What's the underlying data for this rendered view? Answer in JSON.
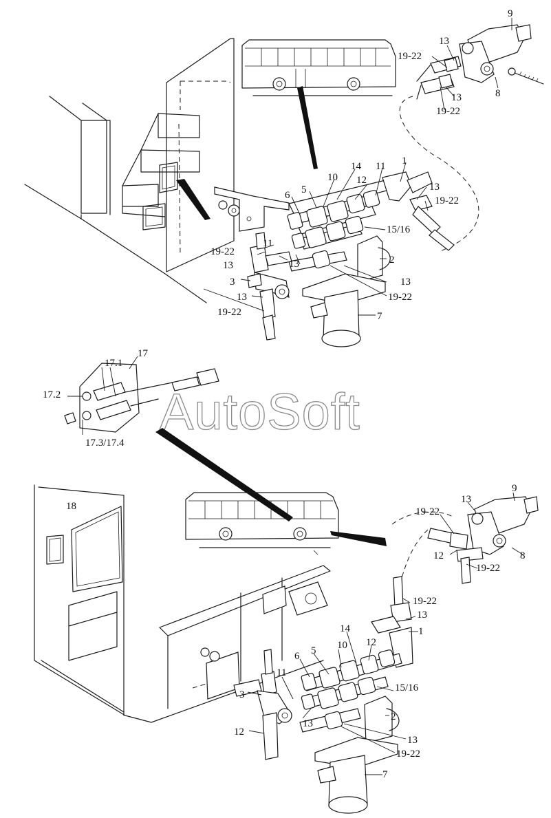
{
  "watermark": "AutoSoft",
  "upper_view": {
    "labels": {
      "l9": "9",
      "l13a": "13",
      "l19_22a": "19-22",
      "l13b": "13",
      "l19_22b": "19-22",
      "l8": "8",
      "l14": "14",
      "l10": "10",
      "l5": "5",
      "l6": "6",
      "l12": "12",
      "l11a": "11",
      "l1": "1",
      "l13c": "13",
      "l19_22c": "19-22",
      "l15_16": "15/16",
      "l19_22d": "19-22",
      "l11b": "11",
      "l13d": "13",
      "l13e": "13",
      "l3": "3",
      "l2": "2",
      "l13f": "13",
      "l19_22e": "19-22",
      "l13g": "13",
      "l19_22f": "19-22",
      "l7": "7"
    }
  },
  "detail_view": {
    "labels": {
      "l17_1": "17.1",
      "l17": "17",
      "l17_2": "17.2",
      "l17_3_4": "17.3/17.4"
    }
  },
  "lower_view": {
    "labels": {
      "l18": "18",
      "l13a": "13",
      "l9": "9",
      "l19_22a": "19-22",
      "l12a": "12",
      "l8": "8",
      "l19_22b": "19-22",
      "l19_22c": "19-22",
      "l13b": "13",
      "l1": "1",
      "l14": "14",
      "l10": "10",
      "l12b": "12",
      "l5": "5",
      "l6": "6",
      "l15_16": "15/16",
      "l11": "11",
      "l3": "3",
      "l13c": "13",
      "l12c": "12",
      "l13d": "13",
      "l2": "2",
      "l19_22d": "19-22",
      "l7": "7"
    }
  }
}
